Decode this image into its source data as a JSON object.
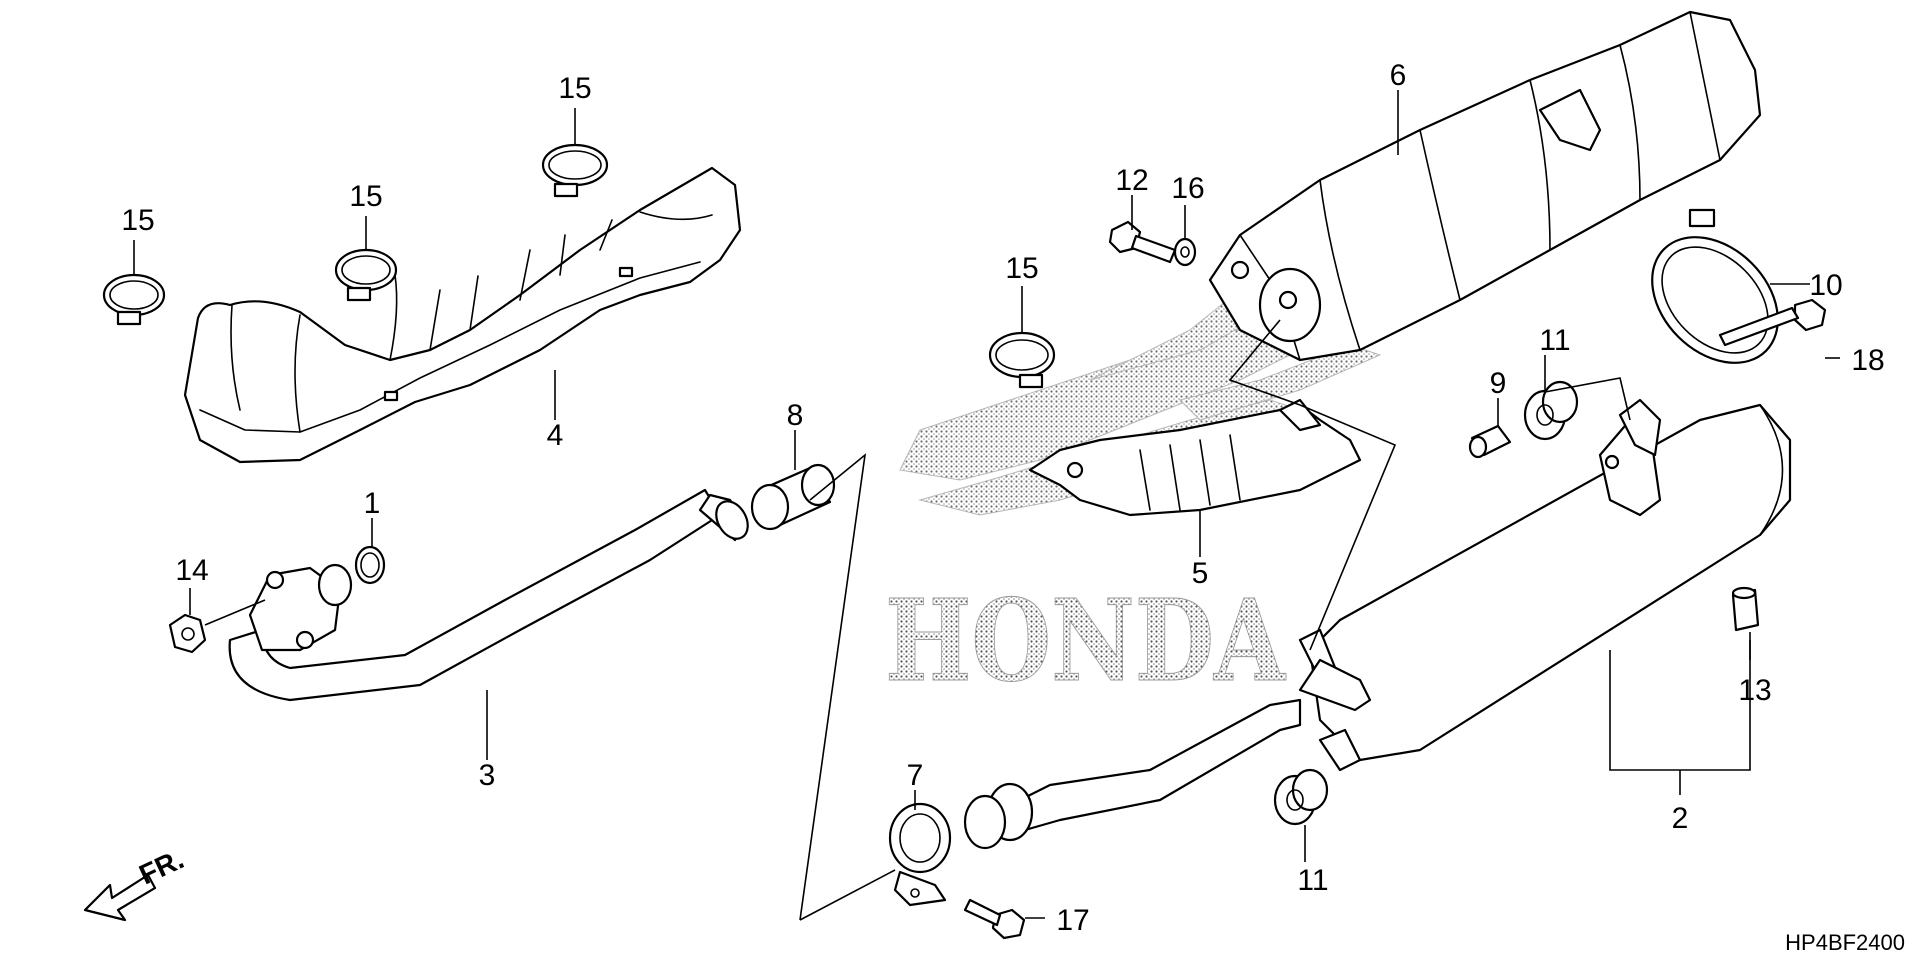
{
  "diagram": {
    "watermark": "HONDA",
    "diagram_code": "HP4BF2400",
    "direction_label": "FR.",
    "callouts": {
      "c1": "1",
      "c2": "2",
      "c3": "3",
      "c4": "4",
      "c5": "5",
      "c6": "6",
      "c7": "7",
      "c8": "8",
      "c9": "9",
      "c10": "10",
      "c11a": "11",
      "c11b": "11",
      "c12": "12",
      "c13": "13",
      "c14": "14",
      "c15a": "15",
      "c15b": "15",
      "c15c": "15",
      "c15d": "15",
      "c16": "16",
      "c17": "17",
      "c18": "18"
    }
  }
}
